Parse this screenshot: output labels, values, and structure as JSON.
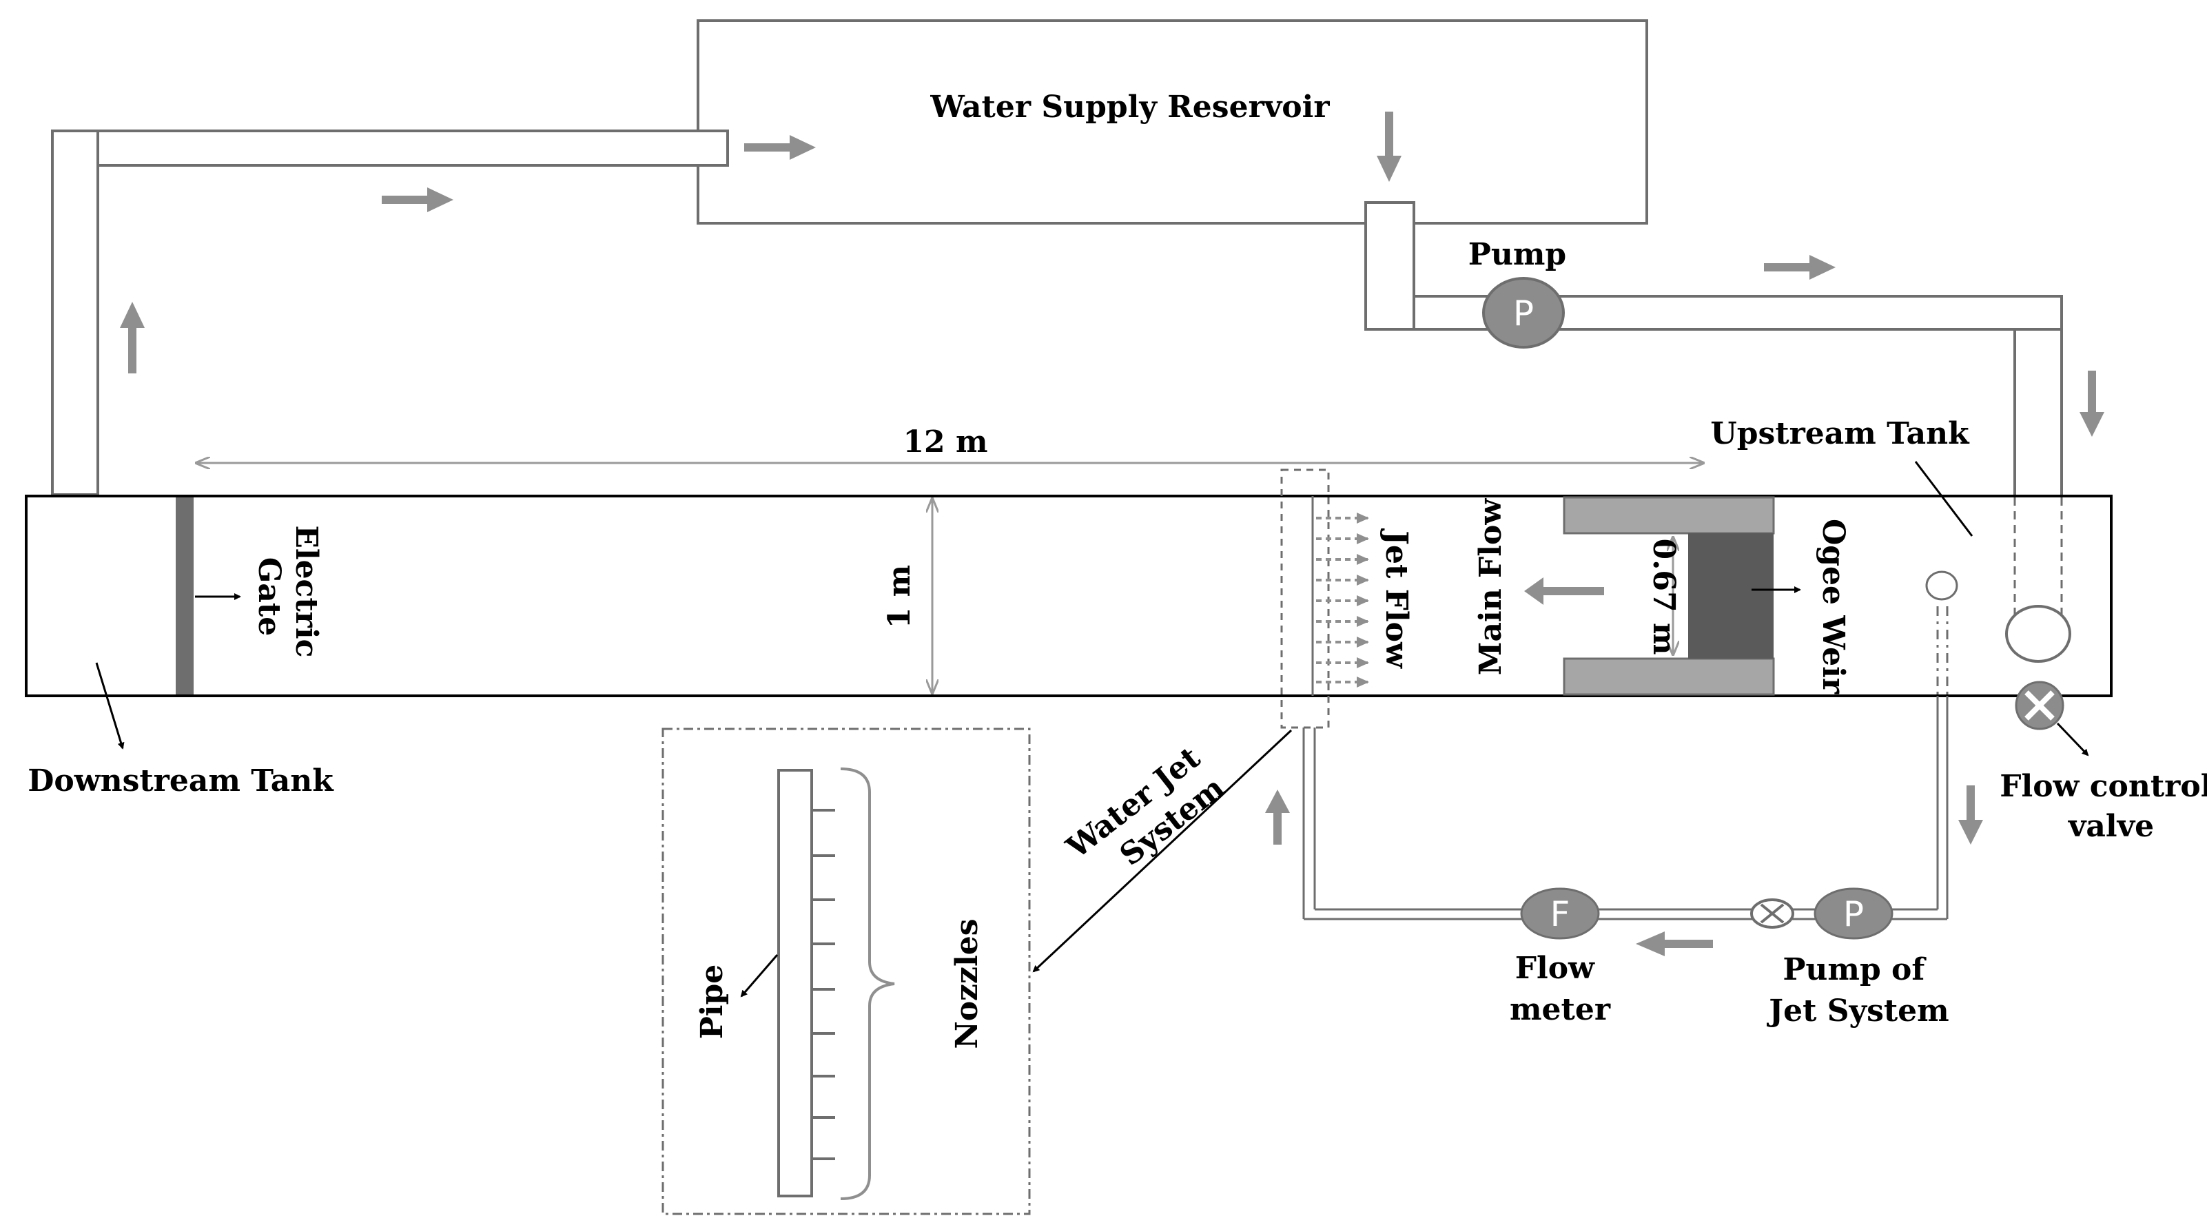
{
  "labels": {
    "reservoir": "Water Supply Reservoir",
    "pump": "Pump",
    "upstream_tank": "Upstream Tank",
    "length": "12 m",
    "width": "1 m",
    "weir_height": "0.67 m",
    "electric_gate": [
      "Electric",
      "Gate"
    ],
    "jet_flow": "Jet Flow",
    "main_flow": "Main Flow",
    "ogee_weir": "Ogee Weir",
    "downstream_tank": "Downstream Tank",
    "water_jet_system": [
      "Water Jet",
      "System"
    ],
    "pipe": "Pipe",
    "nozzles": "Nozzles",
    "flow_meter": [
      "Flow",
      "meter"
    ],
    "jet_pump": [
      "Pump of",
      "Jet System"
    ],
    "flow_control_valve": [
      "Flow control",
      "valve"
    ]
  },
  "symbols": {
    "pump_letter": "P",
    "flowmeter_letter": "F"
  },
  "colors": {
    "outline": "#6e6e6e",
    "symbol_fill": "#8c8c8c",
    "arrow_gray": "#8f8f8f",
    "weir_dark": "#5a5a5a",
    "weir_light": "#a6a6a6",
    "dim_line": "#9a9a9a"
  }
}
